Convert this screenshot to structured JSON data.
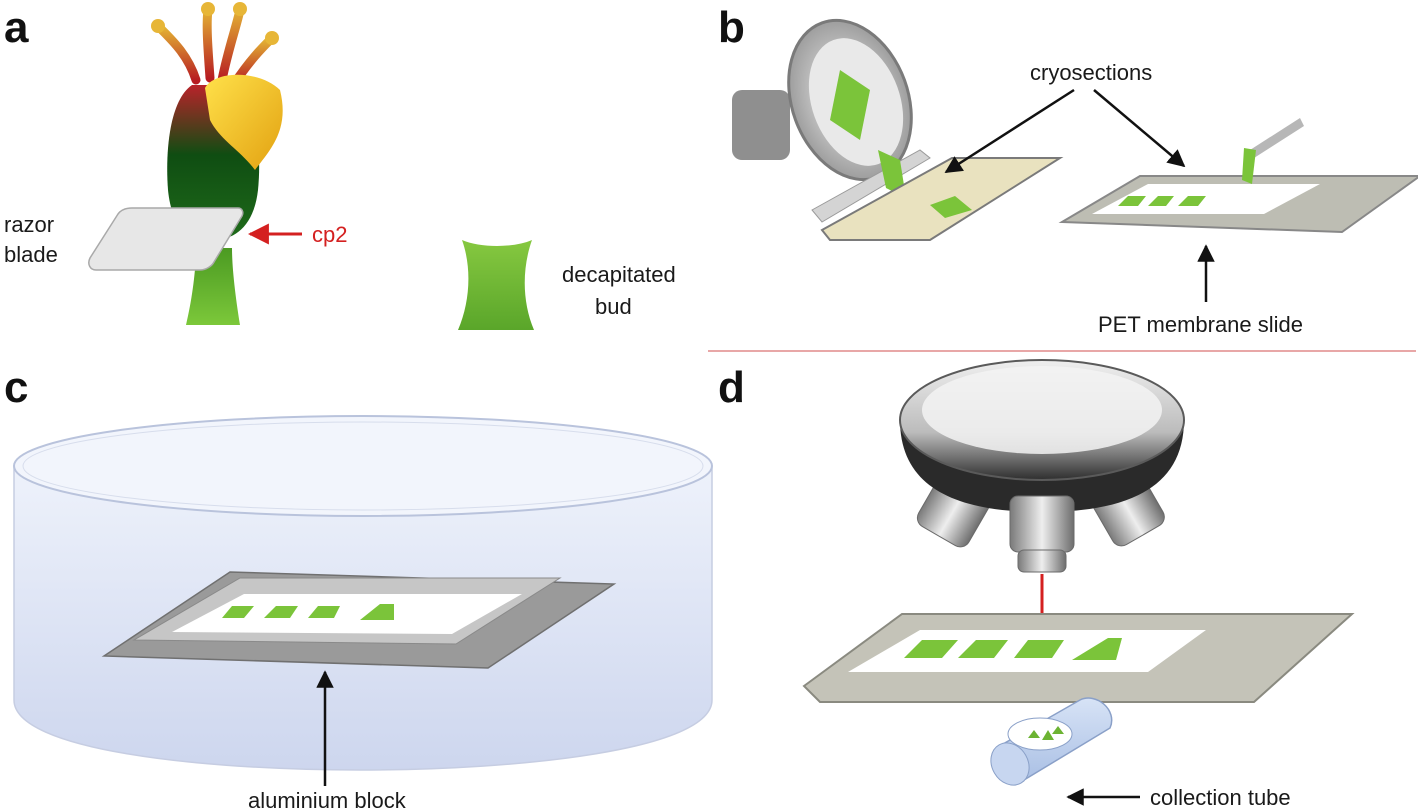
{
  "panels": {
    "a": {
      "letter": "a",
      "razor_label_line1": "razor",
      "razor_label_line2": "blade",
      "cp_label": "cp2",
      "bud_label_line1": "decapitated",
      "bud_label_line2": "bud"
    },
    "b": {
      "letter": "b",
      "cryo_label": "cryosections",
      "slide_label": "PET membrane slide"
    },
    "c": {
      "letter": "c",
      "block_label": "aluminium block"
    },
    "d": {
      "letter": "d",
      "tube_label": "collection tube"
    }
  },
  "colors": {
    "annotation_red": "#d42020",
    "tissue_green": "#7bc43a",
    "divider": "#e08a8a"
  }
}
